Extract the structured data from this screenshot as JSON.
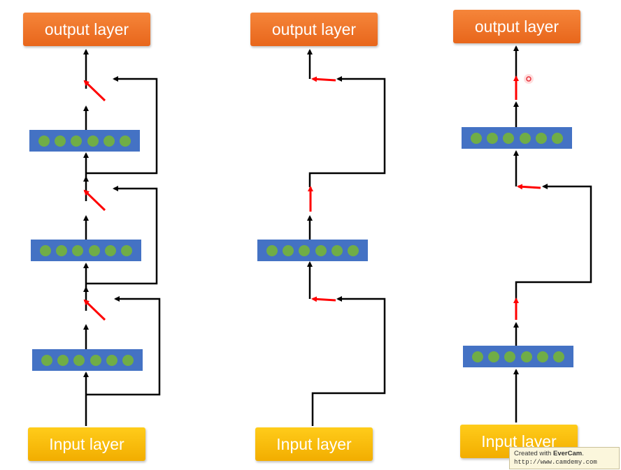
{
  "diagram": {
    "output_label": "output layer",
    "input_label": "Input layer",
    "columns": [
      {
        "id": "col1",
        "layers": 3
      },
      {
        "id": "col2",
        "layers": 1
      },
      {
        "id": "col3",
        "layers": 2
      }
    ],
    "nodes_per_layer": 6,
    "colors": {
      "output": "#ed7d31",
      "input": "#ffc000",
      "layer": "#4472c4",
      "node": "#70ad47",
      "arrow": "#000000",
      "gate": "#ff0000"
    }
  },
  "watermark": {
    "prefix": "Created with ",
    "brand": "EverCam",
    "suffix": ".",
    "url": "http://www.camdemy.com"
  }
}
